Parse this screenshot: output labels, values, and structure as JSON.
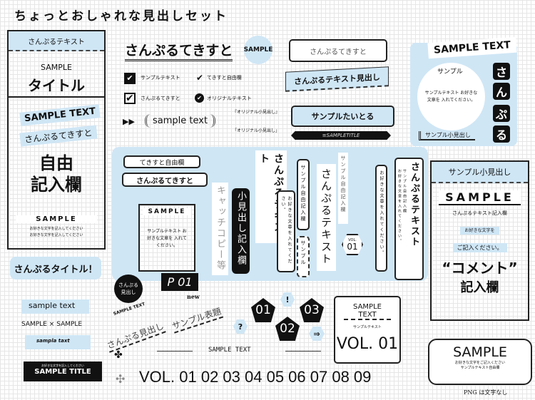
{
  "title": "ちょっとおしゃれな見出しセット",
  "colors": {
    "accent": "#cfe6f5",
    "ink": "#111111",
    "grid": "#e6e6e6"
  },
  "left_card": {
    "header": "さんぷるテキスト",
    "sample": "SAMPLE",
    "title": "タイトル",
    "sample_text": "SAMPLE TEXT",
    "sub": "さんぷるてきすと",
    "free1": "自由",
    "free2": "記入欄",
    "footer_sample": "SAMPLE",
    "footer_line1": "お好きな文字を記入してください",
    "footer_line2": "お好きな文字を記入してください"
  },
  "title_badge": "さんぷるタイトル！",
  "center_top": {
    "heading": "さんぷるてきすと",
    "badge": "SAMPLE",
    "check1": "サンプルテキスト",
    "check2": "てきすと自由欄",
    "check3": "さんぷるてきすと",
    "check4": "オリジナルテキスト",
    "arrows": "▶▶",
    "sample_text": "sample text",
    "bracket1": "『オリジナル小見出し』",
    "bracket2": "「オリジナル小見出し」"
  },
  "middle_column": {
    "hanging": "さんぷるてきすと",
    "banner": "さんぷるテキスト見出し",
    "hanging2": "サンプルたいとる",
    "black_bar": "≡SAMPLETITLE"
  },
  "right_panel": {
    "sample_text": "SAMPLE TEXT",
    "sample": "サンプル",
    "body": "サンプルテキスト お好きな文章を 入れてください。",
    "chars": [
      "さ",
      "ん",
      "ぷ",
      "る"
    ],
    "sub": "サンプル小見出し"
  },
  "band": {
    "bubble1": "てきすと自由欄",
    "bubble2": "さんぷるてきすと",
    "card_title": "SAMPLE",
    "card_body": "サンプルテキスト お好きな文章を 入れてください。",
    "catch": "キャッチコピー等",
    "black_tag": "小見出し記入欄",
    "v1": "さんぷるテキスト",
    "v2": "お好きな文章を入れてください。",
    "v3": "サンプル自由記入欄",
    "v4": "サンプル",
    "v5": "さんぷるテキスト",
    "v6": "サンプル自由記入欄",
    "vol_small": "VOL.",
    "vol_num": "01",
    "v7": "お好きな文章を入れてください。",
    "v8_title": "さんぷるテキスト",
    "v8_sub1": "サンプル自由記入欄",
    "v8_sub2": "お好きな文章を入れてください。"
  },
  "right_card": {
    "header": "サンプル小見出し",
    "sample": "SAMPLE",
    "sub": "さんぷるテキスト記入欄",
    "hl1": "お好きな文字を",
    "hl2": "ご記入ください。",
    "comment": "“コメント”",
    "field": "記入欄"
  },
  "sign": {
    "sample": "SAMPLE",
    "line1": "お好きな文字をご記入ください",
    "line2": "サンプルテキスト自由欄"
  },
  "note": "PNG は文字なし",
  "bottom": {
    "sample_text": "sample text",
    "sample_x": "SAMPLE × SAMPLE",
    "sample_text2": "sampla taxt",
    "title_small": "お好きな文字を記入してください",
    "title": "SAMPLE TITLE",
    "circle": "さんぷる見出し",
    "p01": "P 01",
    "arc_en": "SAMPLE TEXT",
    "arc_jp": "さんぷる見出し",
    "new": "new",
    "arc_jp2": "サンプル表題",
    "q": "?",
    "excl": "!",
    "arrow": "⇒",
    "pents": [
      "01",
      "02",
      "03"
    ],
    "line_text": "SAMPLE TEXT",
    "vol_title": "SAMPLE TEXT",
    "vol_sub": "サンプルテキスト",
    "vol": "VOL. 01",
    "numbers": "VOL. 01 02 03 04 05 06 07 08 09"
  }
}
